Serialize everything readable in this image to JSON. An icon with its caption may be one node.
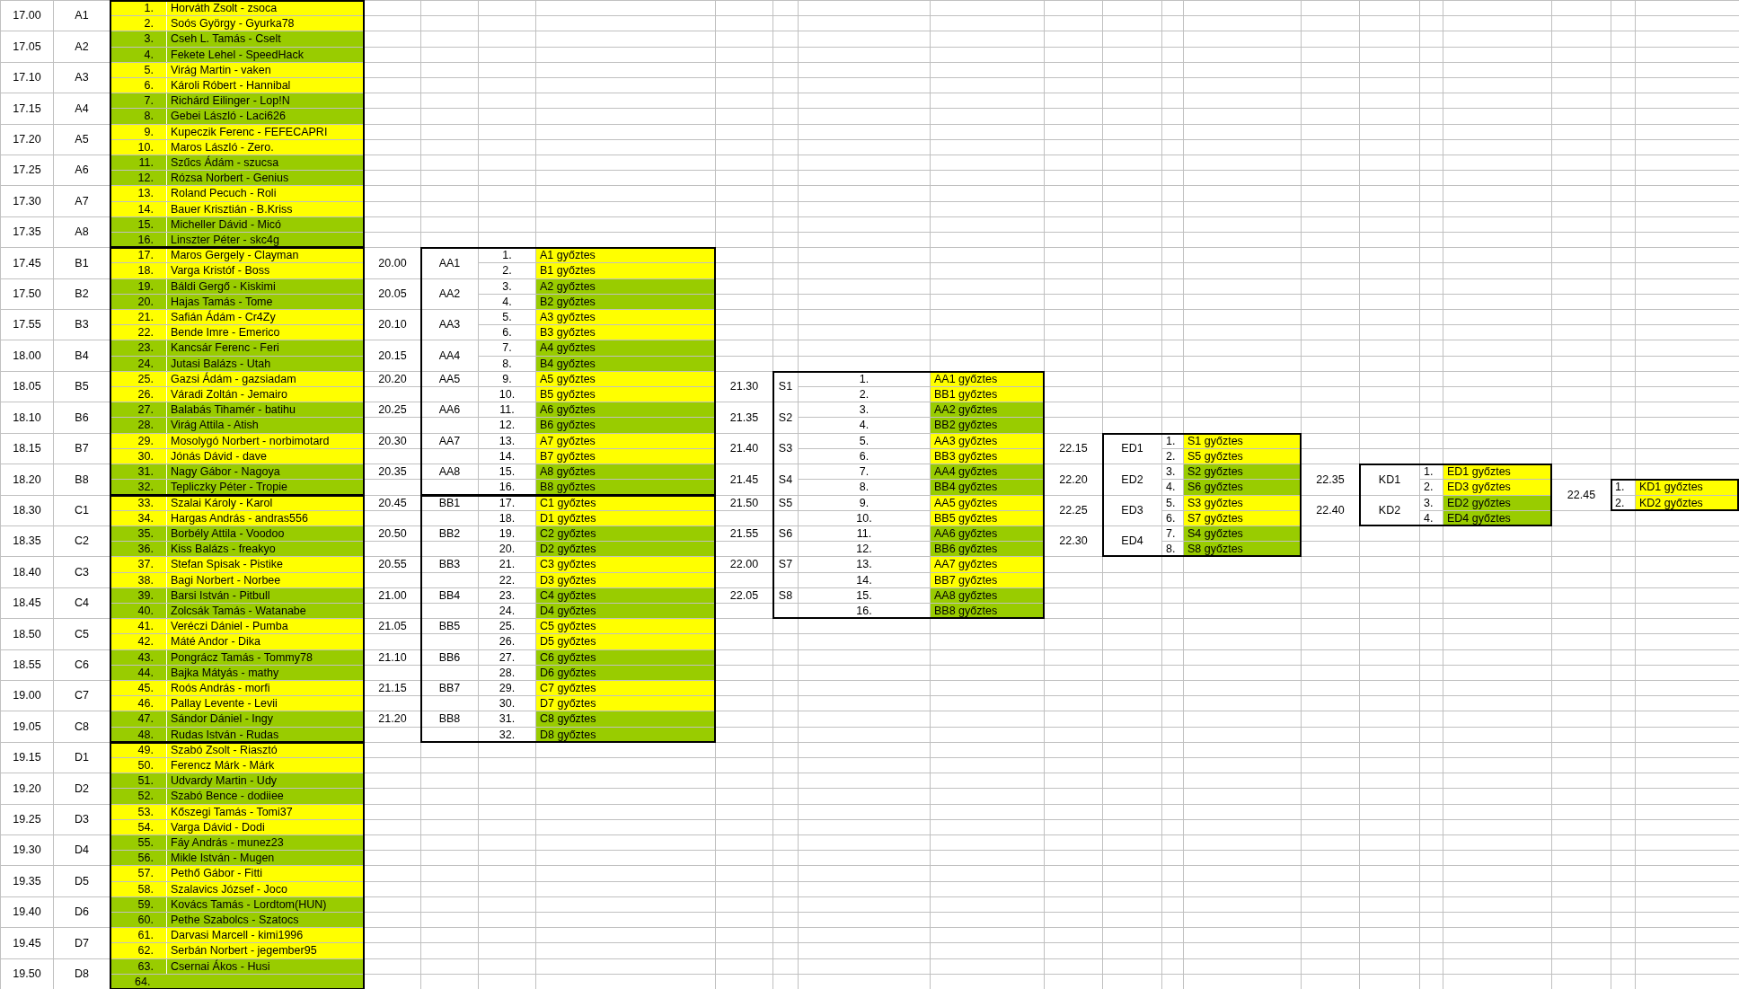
{
  "diagram": {
    "labels": [
      "17.00",
      "A1",
      "1.",
      "Horváth Zsolt - zsoca",
      "2.",
      "Soós György - Gyurka78",
      "17.05",
      "A2",
      "3.",
      "Cseh L. Tamás - Cselt",
      "4.",
      "Fekete Lehel - SpeedHack",
      "17.10",
      "A3",
      "5.",
      "Virág Martin - vaken",
      "6.",
      "Károli Róbert - Hannibal",
      "17.15",
      "A4",
      "7.",
      "Richárd Eilinger - Lop!N",
      "8.",
      "Gebei László - Laci626",
      "17.20",
      "A5",
      "9.",
      "Kupeczik Ferenc - FEFECAPRI",
      "10.",
      "Maros László - Zero.",
      "17.25",
      "A6",
      "11.",
      "Szűcs Ádám - szucsa",
      "12.",
      "Rózsa Norbert - Genius",
      "17.30",
      "A7",
      "13.",
      "Roland Pecuch - Roli",
      "14.",
      "Bauer Krisztián - B.Kriss",
      "17.35",
      "A8",
      "15.",
      "Micheller Dávid - Micó",
      "16.",
      "Linszter Péter - skc4g",
      "17.45",
      "B1",
      "17.",
      "Maros Gergely - Clayman",
      "18.",
      "Varga Kristóf - Boss",
      "17.50",
      "B2",
      "19.",
      "Báldi Gergő - Kiskimi",
      "20.",
      "Hajas Tamás - Tome",
      "17.55",
      "B3",
      "21.",
      "Safián Ádám - Cr4Zy",
      "22.",
      "Bende Imre - Emerico",
      "18.00",
      "B4",
      "23.",
      "Kancsár Ferenc - Feri",
      "24.",
      "Jutasi Balázs - Utah",
      "18.05",
      "B5",
      "25.",
      "Gazsi Ádám - gazsiadam",
      "26.",
      "Váradi Zoltán - Jemairo",
      "18.10",
      "B6",
      "27.",
      "Balabás Tihamér - batihu",
      "28.",
      "Virág Attila - Atish",
      "18.15",
      "B7",
      "29.",
      "Mosolygó Norbert - norbimotard",
      "30.",
      "Jónás Dávid - dave",
      "18.20",
      "B8",
      "31.",
      "Nagy Gábor - Nagoya",
      "32.",
      "Tepliczky Péter - Tropie",
      "18.30",
      "C1",
      "33.",
      "Szalai Károly - Karol",
      "34.",
      "Hargas András - andras556",
      "18.35",
      "C2",
      "35.",
      "Borbély Attila - Voodoo",
      "36.",
      "Kiss Balázs - freakyo",
      "18.40",
      "C3",
      "37.",
      "Stefan Spisak - Pistike",
      "38.",
      "Bagi Norbert - Norbee",
      "18.45",
      "C4",
      "39.",
      "Barsi István - Pitbull",
      "40.",
      "Zolcsák Tamás - Watanabe",
      "18.50",
      "C5",
      "41.",
      "Veréczi Dániel - Pumba",
      "42.",
      "Máté Andor - Dika",
      "18.55",
      "C6",
      "43.",
      "Pongrácz Tamás - Tommy78",
      "44.",
      "Bajka Mátyás - mathy",
      "19.00",
      "C7",
      "45.",
      "Roós András - morfi",
      "46.",
      "Pallay Levente - Levii",
      "19.05",
      "C8",
      "47.",
      "Sándor Dániel - Ingy",
      "48.",
      "Rudas István - Rudas",
      "19.15",
      "D1",
      "49.",
      "Szabó Zsolt - Riasztó",
      "50.",
      "Ferencz Márk - Márk",
      "19.20",
      "D2",
      "51.",
      "Udvardy Martin - Udy",
      "52.",
      "Szabó Bence - dodiiee",
      "19.25",
      "D3",
      "53.",
      "Kőszegi Tamás - Tomi37",
      "54.",
      "Varga Dávid - Dodi",
      "19.30",
      "D4",
      "55.",
      "Fáy András - munez23",
      "56.",
      "Mikle István - Mugen",
      "19.35",
      "D5",
      "57.",
      "Pethő Gábor - Fitti",
      "58.",
      "Szalavics József - Joco",
      "19.40",
      "D6",
      "59.",
      "Kovács Tamás - Lordtom(HUN)",
      "60.",
      "Pethe Szabolcs - Szatocs",
      "19.45",
      "D7",
      "61.",
      "Darvasi Marcell - kimi1996",
      "62.",
      "Serbán Norbert - jegember95",
      "19.50",
      "D8",
      "63.",
      "Csernai Ákos - Husi",
      "64.",
      "20.00",
      "AA1",
      "1.",
      "A1 győztes",
      "2.",
      "B1 győztes",
      "20.05",
      "AA2",
      "3.",
      "A2 győztes",
      "4.",
      "B2 győztes",
      "20.10",
      "AA3",
      "5.",
      "A3 győztes",
      "6.",
      "B3 győztes",
      "20.15",
      "AA4",
      "7.",
      "A4 győztes",
      "8.",
      "B4 győztes",
      "20.20",
      "AA5",
      "9.",
      "A5 győztes",
      "10.",
      "B5 győztes",
      "20.25",
      "AA6",
      "11.",
      "A6 győztes",
      "12.",
      "B6 győztes",
      "20.30",
      "AA7",
      "13.",
      "A7 győztes",
      "14.",
      "B7 győztes",
      "20.35",
      "AA8",
      "15.",
      "A8 győztes",
      "16.",
      "B8 győztes",
      "20.45",
      "BB1",
      "17.",
      "C1 győztes",
      "18.",
      "D1 győztes",
      "20.50",
      "BB2",
      "19.",
      "C2 győztes",
      "20.",
      "D2 győztes",
      "20.55",
      "BB3",
      "21.",
      "C3 győztes",
      "22.",
      "D3 győztes",
      "21.00",
      "BB4",
      "23.",
      "C4 győztes",
      "24.",
      "D4 győztes",
      "21.05",
      "BB5",
      "25.",
      "C5 győztes",
      "26.",
      "D5 győztes",
      "21.10",
      "BB6",
      "27.",
      "C6 győztes",
      "28.",
      "D6 győztes",
      "21.15",
      "BB7",
      "29.",
      "C7 győztes",
      "30.",
      "D7 győztes",
      "21.20",
      "BB8",
      "31.",
      "C8 győztes",
      "32.",
      "D8 győztes",
      "21.30",
      "S1",
      "1.",
      "AA1 győztes",
      "2.",
      "BB1 győztes",
      "21.35",
      "S2",
      "3.",
      "AA2 győztes",
      "4.",
      "BB2 győztes",
      "21.40",
      "S3",
      "5.",
      "AA3 győztes",
      "6.",
      "BB3 győztes",
      "21.45",
      "S4",
      "7.",
      "AA4 győztes",
      "8.",
      "BB4 győztes",
      "21.50",
      "S5",
      "9.",
      "AA5 győztes",
      "10.",
      "BB5 győztes",
      "21.55",
      "S6",
      "11.",
      "AA6 győztes",
      "12.",
      "BB6 győztes",
      "22.00",
      "S7",
      "13.",
      "AA7 győztes",
      "14.",
      "BB7 győztes",
      "22.05",
      "S8",
      "15.",
      "AA8 győztes",
      "16.",
      "BB8 győztes",
      "22.15",
      "ED1",
      "1.",
      "S1 győztes",
      "2.",
      "S5 győztes",
      "22.20",
      "ED2",
      "3.",
      "S2 győztes",
      "4.",
      "S6 győztes",
      "22.25",
      "ED3",
      "5.",
      "S3 győztes",
      "6.",
      "S7 győztes",
      "22.30",
      "ED4",
      "7.",
      "S4 győztes",
      "8.",
      "S8 győztes",
      "22.35",
      "KD1",
      "1.",
      "ED1 győztes",
      "2.",
      "ED3 győztes",
      "22.40",
      "KD2",
      "3.",
      "ED2 győztes",
      "4.",
      "ED4 győztes",
      "22.45",
      "1.",
      "KD1 győztes",
      "2.",
      "KD2 győztes"
    ]
  }
}
